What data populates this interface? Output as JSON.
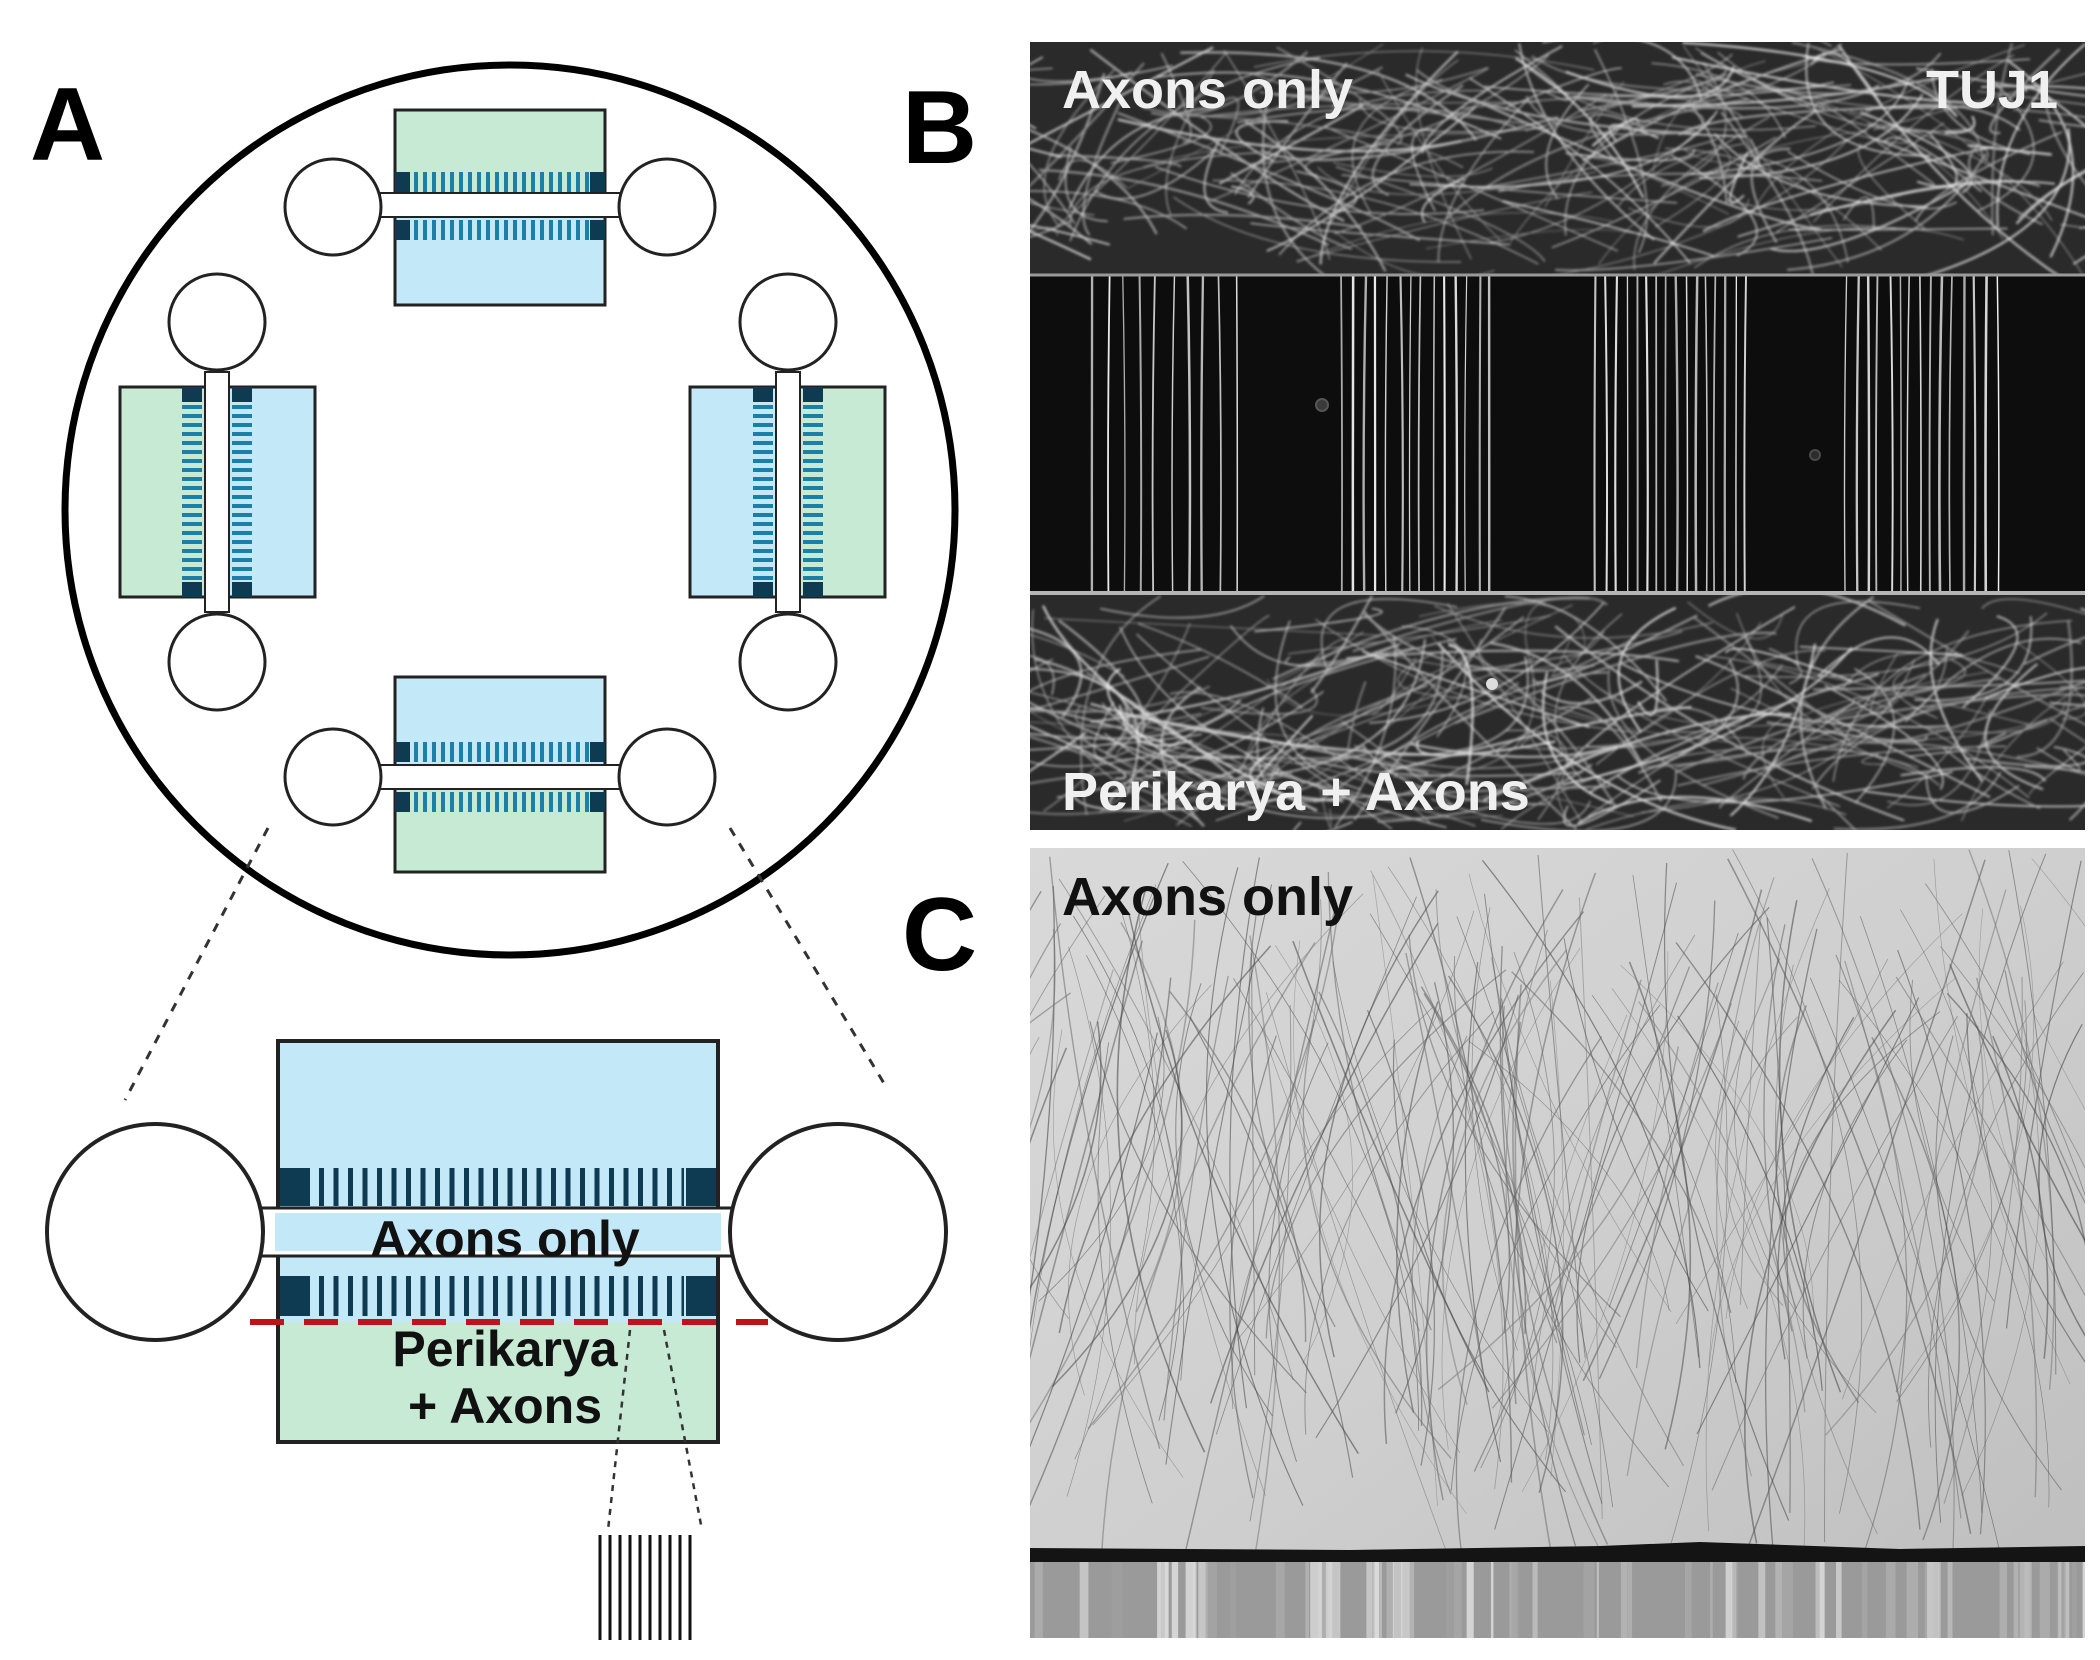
{
  "panels": {
    "a": {
      "letter": "A",
      "zoom_axons_label": "Axons only",
      "zoom_perikarya_line1": "Perikarya",
      "zoom_perikarya_line2": "+ Axons"
    },
    "b": {
      "letter": "B",
      "top_label": "Axons only",
      "stain_label": "TUJ1",
      "bottom_label": "Perikarya + Axons"
    },
    "c": {
      "letter": "C",
      "top_label": "Axons only"
    }
  },
  "colors": {
    "axon_compartment": "#c3e8f8",
    "perikarya_compartment": "#c6ead3",
    "channel_dark": "#0e3a52",
    "channel_stripe": "#1b7fa8",
    "cut_line": "#c0121a",
    "tuj1_background": "#2a2a2a",
    "brightfield_background": "#c9c9c9",
    "photo_label_on_dark": "#f0f0f0",
    "photo_label_on_light": "#111111"
  },
  "icons": {
    "b_micrograph": "tuj1-fluorescence-micrograph",
    "c_micrograph": "brightfield-micrograph"
  }
}
